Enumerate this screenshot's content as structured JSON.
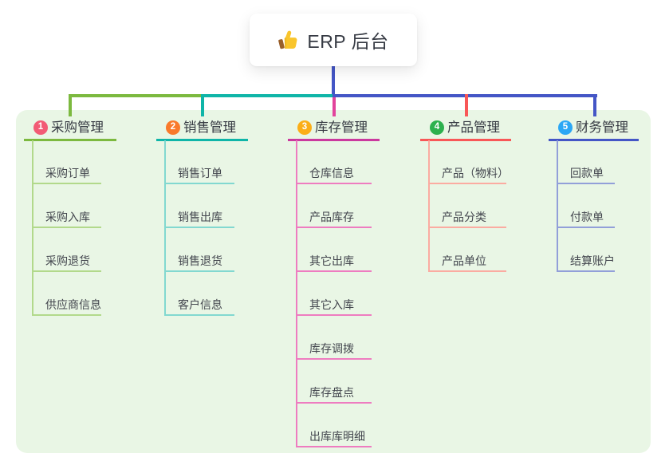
{
  "root": {
    "title": "ERP 后台",
    "icon": "thumbs-up-icon"
  },
  "theme": {
    "page_bg": "#ffffff",
    "panel_bg": "#e9f6e5",
    "root_card_bg": "#ffffff",
    "root_text_color": "#363a43",
    "title_text_color": "#363a43",
    "child_text_color": "#43464e",
    "root_connector_color": "#4456c6",
    "thumb_yellow": "#f9c52c",
    "thumb_cuff_brown": "#995f2a"
  },
  "branches": [
    {
      "badge": "1",
      "label": "采购管理",
      "badge_color": "#f25b75",
      "line_color": "#7cb93f",
      "light_line_color": "#b2d98b",
      "children": [
        "采购订单",
        "采购入库",
        "采购退货",
        "供应商信息"
      ]
    },
    {
      "badge": "2",
      "label": "销售管理",
      "badge_color": "#f97a2b",
      "line_color": "#0fb5a8",
      "light_line_color": "#82d8d0",
      "children": [
        "销售订单",
        "销售出库",
        "销售退货",
        "客户信息"
      ]
    },
    {
      "badge": "3",
      "label": "库存管理",
      "badge_color": "#fbae17",
      "line_color": "#cb399e",
      "light_line_color": "#ee7cc0",
      "drop_color": "#e2439c",
      "children": [
        "仓库信息",
        "产品库存",
        "其它出库",
        "其它入库",
        "库存调拨",
        "库存盘点",
        "出库库明细"
      ]
    },
    {
      "badge": "4",
      "label": "产品管理",
      "badge_color": "#2db14e",
      "line_color": "#f85757",
      "light_line_color": "#fbaba1",
      "children": [
        "产品（物料）",
        "产品分类",
        "产品单位"
      ]
    },
    {
      "badge": "5",
      "label": "财务管理",
      "badge_color": "#2ba7f5",
      "line_color": "#4456c6",
      "light_line_color": "#929fd9",
      "children": [
        "回款单",
        "付款单",
        "结算账户"
      ]
    }
  ]
}
